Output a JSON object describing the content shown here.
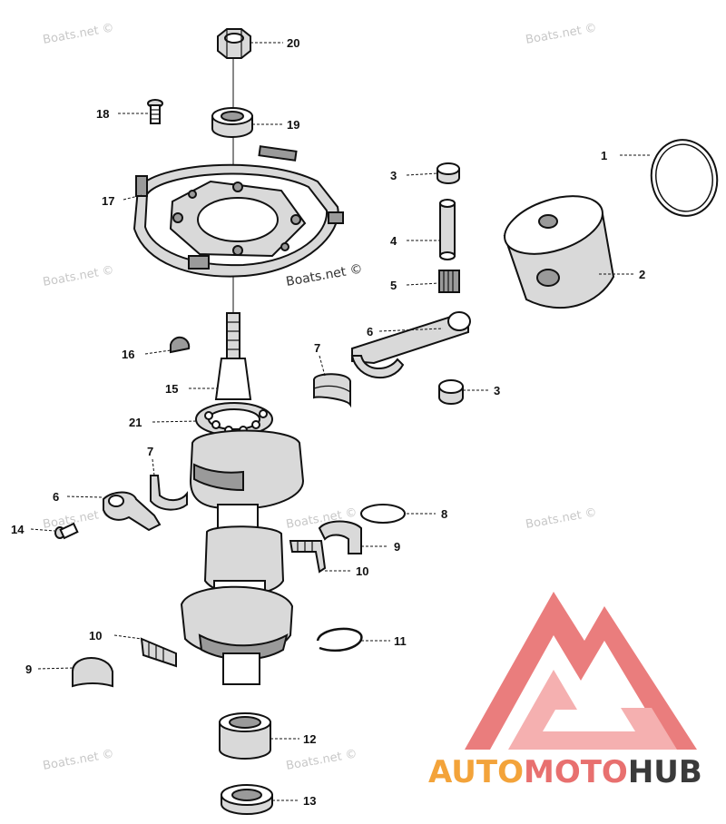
{
  "watermark": {
    "text": "Boats.net ©"
  },
  "brand": {
    "word1": "AUTO",
    "word2": "MOTO",
    "word3": "HUB",
    "colors": {
      "accent": "#f3a33a",
      "logo": "#e8706f",
      "logo_light": "#f4a8a8",
      "dark": "#3a3a3a"
    }
  },
  "callouts": {
    "c1": "1",
    "c2": "2",
    "c3a": "3",
    "c3b": "3",
    "c4": "4",
    "c5": "5",
    "c6a": "6",
    "c6b": "6",
    "c7a": "7",
    "c7b": "7",
    "c8": "8",
    "c9a": "9",
    "c9b": "9",
    "c10a": "10",
    "c10b": "10",
    "c11": "11",
    "c12": "12",
    "c13": "13",
    "c14": "14",
    "c15": "15",
    "c16": "16",
    "c17": "17",
    "c18": "18",
    "c19": "19",
    "c20": "20",
    "c21": "21"
  }
}
